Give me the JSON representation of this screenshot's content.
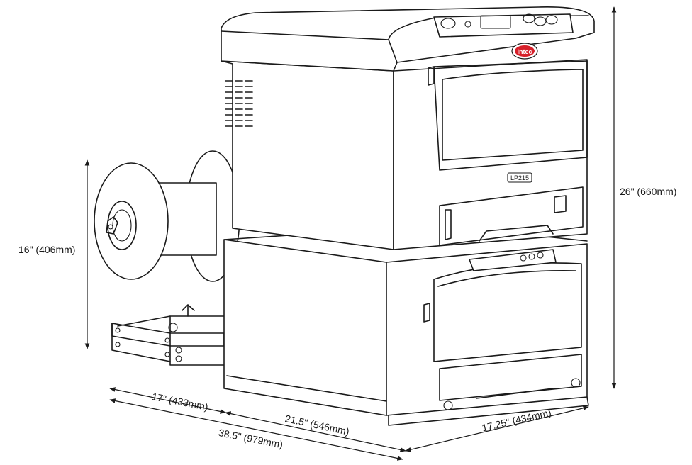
{
  "dimensions": {
    "height_total": "26\" (660mm)",
    "height_roll": "16\" (406mm)",
    "depth_unwinder": "17\" (433mm)",
    "depth_printer": "21.5\" (546mm)",
    "depth_total": "38.5\" (979mm)",
    "width": "17.25\" (434mm)"
  },
  "printer": {
    "brand_logo": "intec",
    "model_badge": "LP215"
  },
  "colors": {
    "line": "#1a1a1a",
    "logo_red": "#d6202a",
    "background": "#ffffff"
  }
}
